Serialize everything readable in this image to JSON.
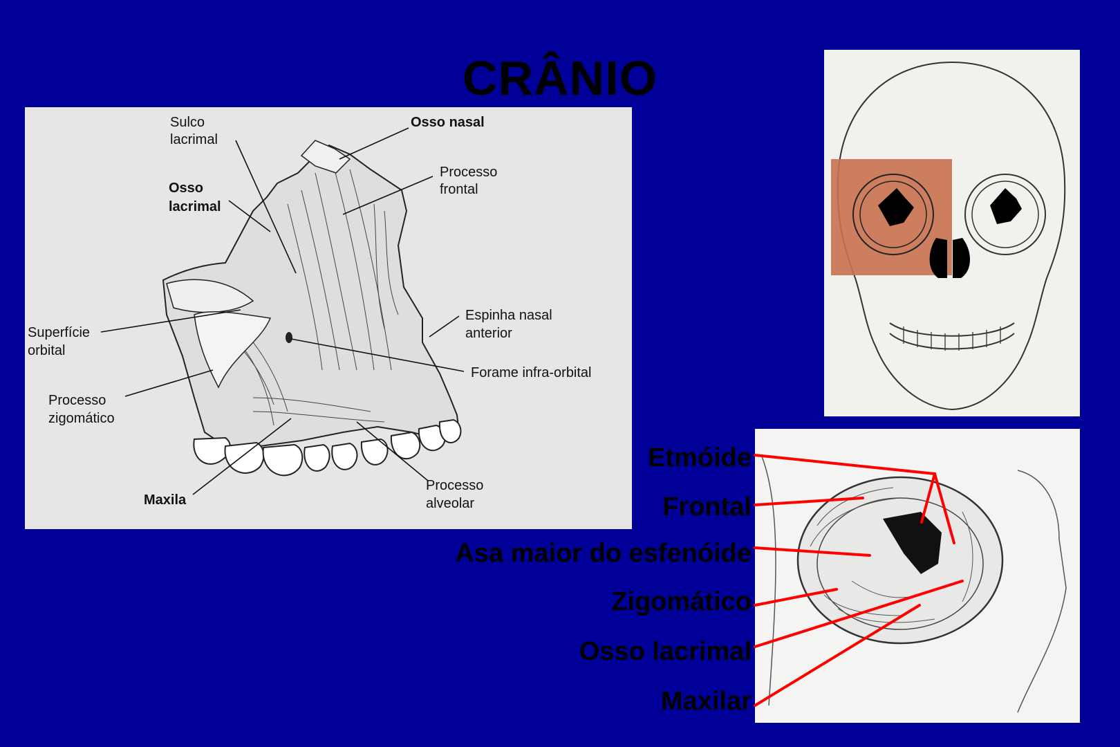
{
  "title": "CRÂNIO",
  "maxilla_figure": {
    "labels": {
      "sulco_lacrimal_1": "Sulco",
      "sulco_lacrimal_2": "lacrimal",
      "osso_nasal": "Osso nasal",
      "osso_lacrimal_1": "Osso",
      "osso_lacrimal_2": "lacrimal",
      "processo_frontal_1": "Processo",
      "processo_frontal_2": "frontal",
      "espinha_nasal_1": "Espinha nasal",
      "espinha_nasal_2": "anterior",
      "superficie_orbital_1": "Superfície",
      "superficie_orbital_2": "orbital",
      "forame": "Forame infra-orbital",
      "processo_zigomatico_1": "Processo",
      "processo_zigomatico_2": "zigomático",
      "processo_alveolar_1": "Processo",
      "processo_alveolar_2": "alveolar",
      "maxila": "Maxila"
    }
  },
  "orbit_figure": {
    "labels": [
      "Etmóide",
      "Frontal",
      "Asa maior do esfenóide",
      "Zigomático",
      "Osso lacrimal",
      "Maxilar"
    ],
    "line_color": "#ff0000"
  },
  "skull_figure": {
    "highlight_color": "#c8714f"
  }
}
